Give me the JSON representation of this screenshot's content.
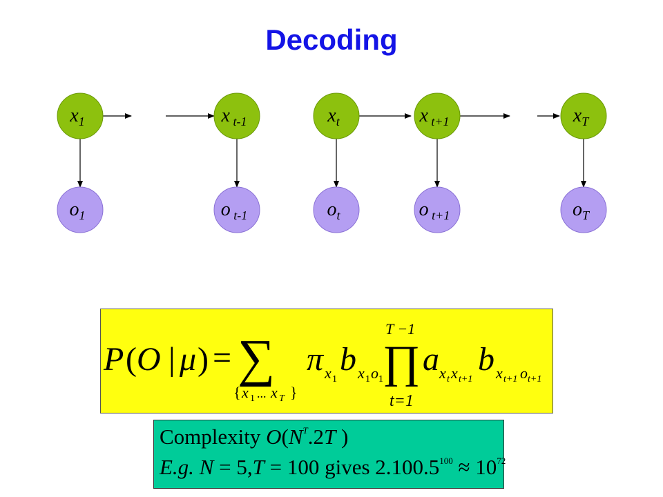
{
  "title": "Decoding",
  "colors": {
    "title": "#1414e6",
    "hidden_node": "#8dc10e",
    "observation_node": "#b49ef2",
    "formula_box": "#ffff0f",
    "complexity_box": "#00cc99"
  },
  "hidden_nodes": [
    {
      "base": "x",
      "sub": "1"
    },
    {
      "base": "x",
      "sub": " t-1"
    },
    {
      "base": "x",
      "sub": "t"
    },
    {
      "base": "x",
      "sub": " t+1"
    },
    {
      "base": "x",
      "sub": "T"
    }
  ],
  "observation_nodes": [
    {
      "base": "o",
      "sub": "1"
    },
    {
      "base": "o",
      "sub": " t-1"
    },
    {
      "base": "o",
      "sub": "t"
    },
    {
      "base": "o",
      "sub": " t+1"
    },
    {
      "base": "o",
      "sub": "T"
    }
  ],
  "formula": {
    "lhs_P": "P",
    "lhs_paren_open": "(",
    "lhs_O": "O",
    "lhs_bar": "|",
    "lhs_mu": "μ",
    "lhs_paren_close": ")",
    "equals": "=",
    "sum_symbol": "∑",
    "sum_index_open": "{",
    "sum_index_x1": "x",
    "sum_index_x1_sub": "1",
    "sum_index_dots": "...",
    "sum_index_xT": "x",
    "sum_index_xT_sub": "T",
    "sum_index_close": "}",
    "pi": "π",
    "pi_sub": "x",
    "pi_subsub": "1",
    "b1": "b",
    "b1_sub": "x",
    "b1_subsub1": "1",
    "b1_sub_o": "o",
    "b1_subsub2": "1",
    "prod_symbol": "∏",
    "prod_upper": "T −1",
    "prod_lower": "t=1",
    "a": "a",
    "a_sub": "x",
    "a_subsub1": "t",
    "a_sub2": "x",
    "a_subsub2": "t+1",
    "b2": "b",
    "b2_sub": "x",
    "b2_subsub1": "t+1",
    "b2_sub_o": "o",
    "b2_subsub2": "t+1"
  },
  "complexity": {
    "line1_text": "Complexity ",
    "line1_O": "O",
    "line1_open": "(",
    "line1_N": "N",
    "line1_T_sup": "T",
    "line1_rest": ".2",
    "line1_T": "T",
    "line1_close": " )",
    "line2_eg": "E.g.",
    "line2_N": " N",
    "line2_eq1": " = 5,",
    "line2_T": "T",
    "line2_eq2": " = 100 gives 2.100.5",
    "line2_sup100": "100",
    "line2_approx": " ≈ 10",
    "line2_sup72": "72"
  }
}
